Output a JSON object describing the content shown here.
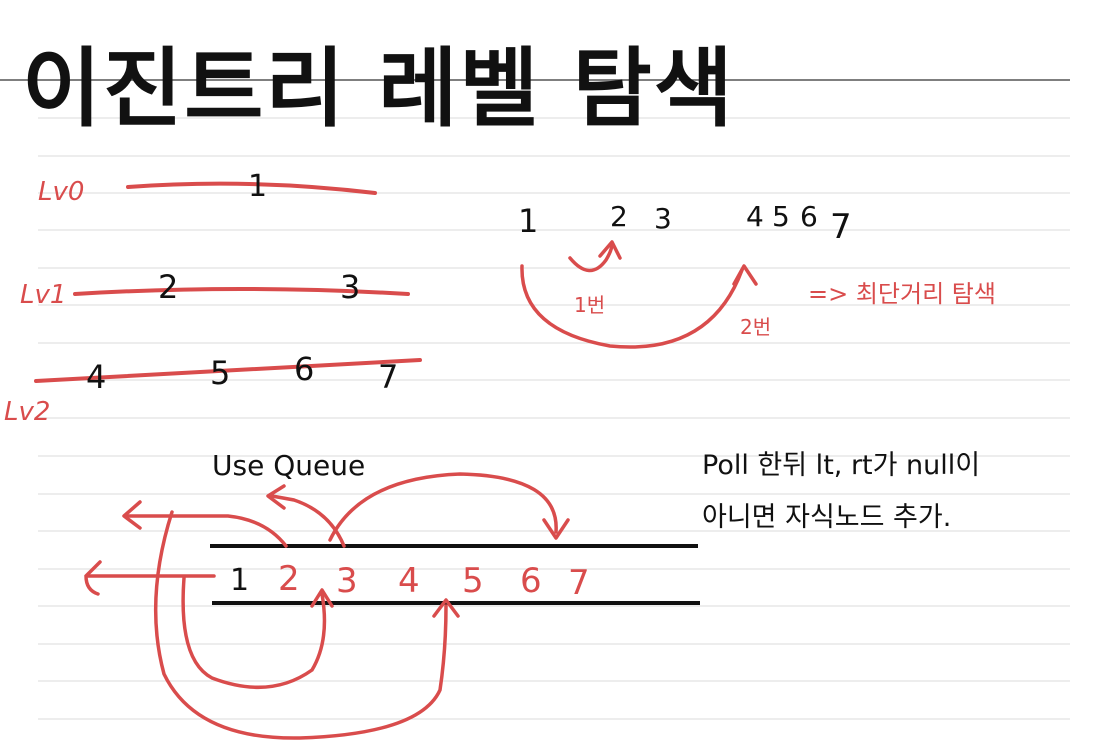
{
  "colors": {
    "ink_black": "#111111",
    "ink_red": "#d94c4c",
    "rule_line": "#e2e2e2",
    "paper": "#ffffff"
  },
  "title": "이진트리 레벨 탐색",
  "tree": {
    "levels": [
      {
        "label": "Lv0",
        "nodes": [
          "1"
        ]
      },
      {
        "label": "Lv1",
        "nodes": [
          "2",
          "3"
        ]
      },
      {
        "label": "Lv2",
        "nodes": [
          "4",
          "5",
          "6",
          "7"
        ]
      }
    ]
  },
  "sequence": {
    "items": [
      "1",
      "2",
      "3",
      "4",
      "5",
      "6",
      "7"
    ],
    "jump1": "1번",
    "jump2": "2번",
    "result": "=> 최단거리 탐색"
  },
  "queue": {
    "label": "Use Queue",
    "items": [
      "1",
      "2",
      "3",
      "4",
      "5",
      "6",
      "7"
    ]
  },
  "note": {
    "line1": "Poll 한뒤 lt, rt가 null이",
    "line2": "아니면 자식노드 추가."
  }
}
